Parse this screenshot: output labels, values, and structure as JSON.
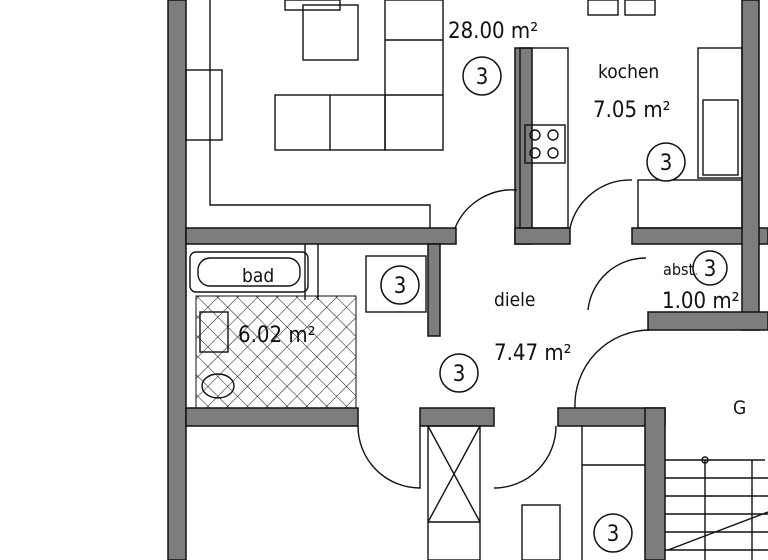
{
  "plan": {
    "rooms": [
      {
        "id": "wohnen",
        "name": "",
        "area": "28.00 m²",
        "marker": "3"
      },
      {
        "id": "kochen",
        "name": "kochen",
        "area": "7.05 m²",
        "marker": "3"
      },
      {
        "id": "bad",
        "name": "bad",
        "area": "6.02 m²",
        "marker": "3"
      },
      {
        "id": "diele",
        "name": "diele",
        "area": "7.47 m²",
        "marker": "3"
      },
      {
        "id": "abst",
        "name": "abst.",
        "area": "1.00 m²",
        "marker": "3"
      },
      {
        "id": "flur",
        "name": "",
        "area": "",
        "marker": "3"
      }
    ],
    "stair_label": "G",
    "colors": {
      "wall": "#7d7d7d",
      "line": "#111111",
      "background": "#ffffff"
    }
  }
}
